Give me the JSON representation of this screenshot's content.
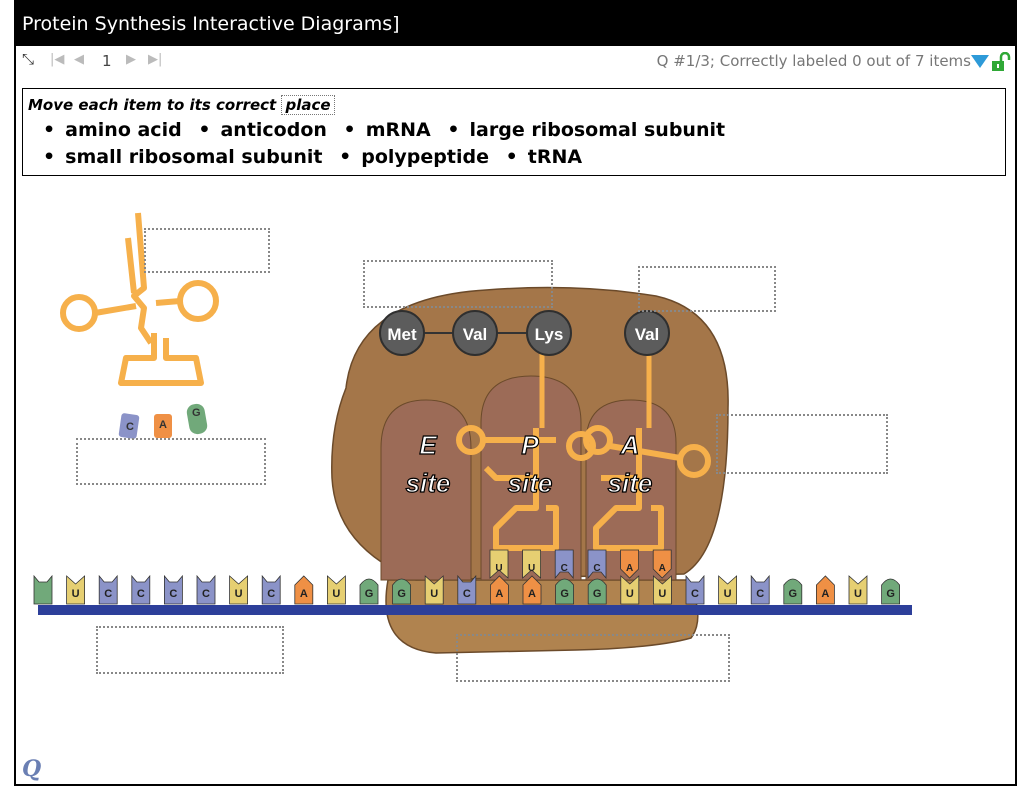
{
  "title": "Protein Synthesis Interactive Diagrams]",
  "nav": {
    "page": "1",
    "status": "Q #1/3; Correctly labeled 0 out of 7 items"
  },
  "instructions": {
    "prefix": "Move each item to its correct",
    "boxed_word": "place",
    "items": [
      "amino acid",
      "anticodon",
      "mRNA",
      "large ribosomal subunit",
      "small ribosomal subunit",
      "polypeptide",
      "tRNA"
    ]
  },
  "diagram": {
    "amino_acids": [
      "Met",
      "Val",
      "Lys",
      "Val"
    ],
    "sites": [
      {
        "letter": "E",
        "word": "site"
      },
      {
        "letter": "P",
        "word": "site"
      },
      {
        "letter": "A",
        "word": "site"
      }
    ],
    "free_trna_anticodon": [
      "C",
      "A",
      "G"
    ],
    "p_site_anticodon": [
      "U",
      "U",
      "C"
    ],
    "a_site_anticodon": [
      "C",
      "A",
      "A"
    ],
    "mrna_bases": [
      "",
      "U",
      "C",
      "C",
      "C",
      "C",
      "U",
      "C",
      "A",
      "U",
      "G",
      "G",
      "U",
      "C",
      "A",
      "A",
      "G",
      "G",
      "U",
      "U",
      "C",
      "U",
      "C",
      "G",
      "A",
      "U",
      "G"
    ]
  },
  "colors": {
    "ribosome_large": "#a47649",
    "ribosome_small": "#b0834f",
    "site_pocket": "#9c6b57",
    "trna": "#f6b04b",
    "amino_ball": "#5c5c5c",
    "mrna_backbone": "#2d3f9a",
    "base_U": "#e6cf72",
    "base_C": "#8b93c8",
    "base_A": "#ef9045",
    "base_G": "#71a97a",
    "dropdown": "#2d9ad8",
    "lock": "#2fa836"
  },
  "logo": "Q"
}
